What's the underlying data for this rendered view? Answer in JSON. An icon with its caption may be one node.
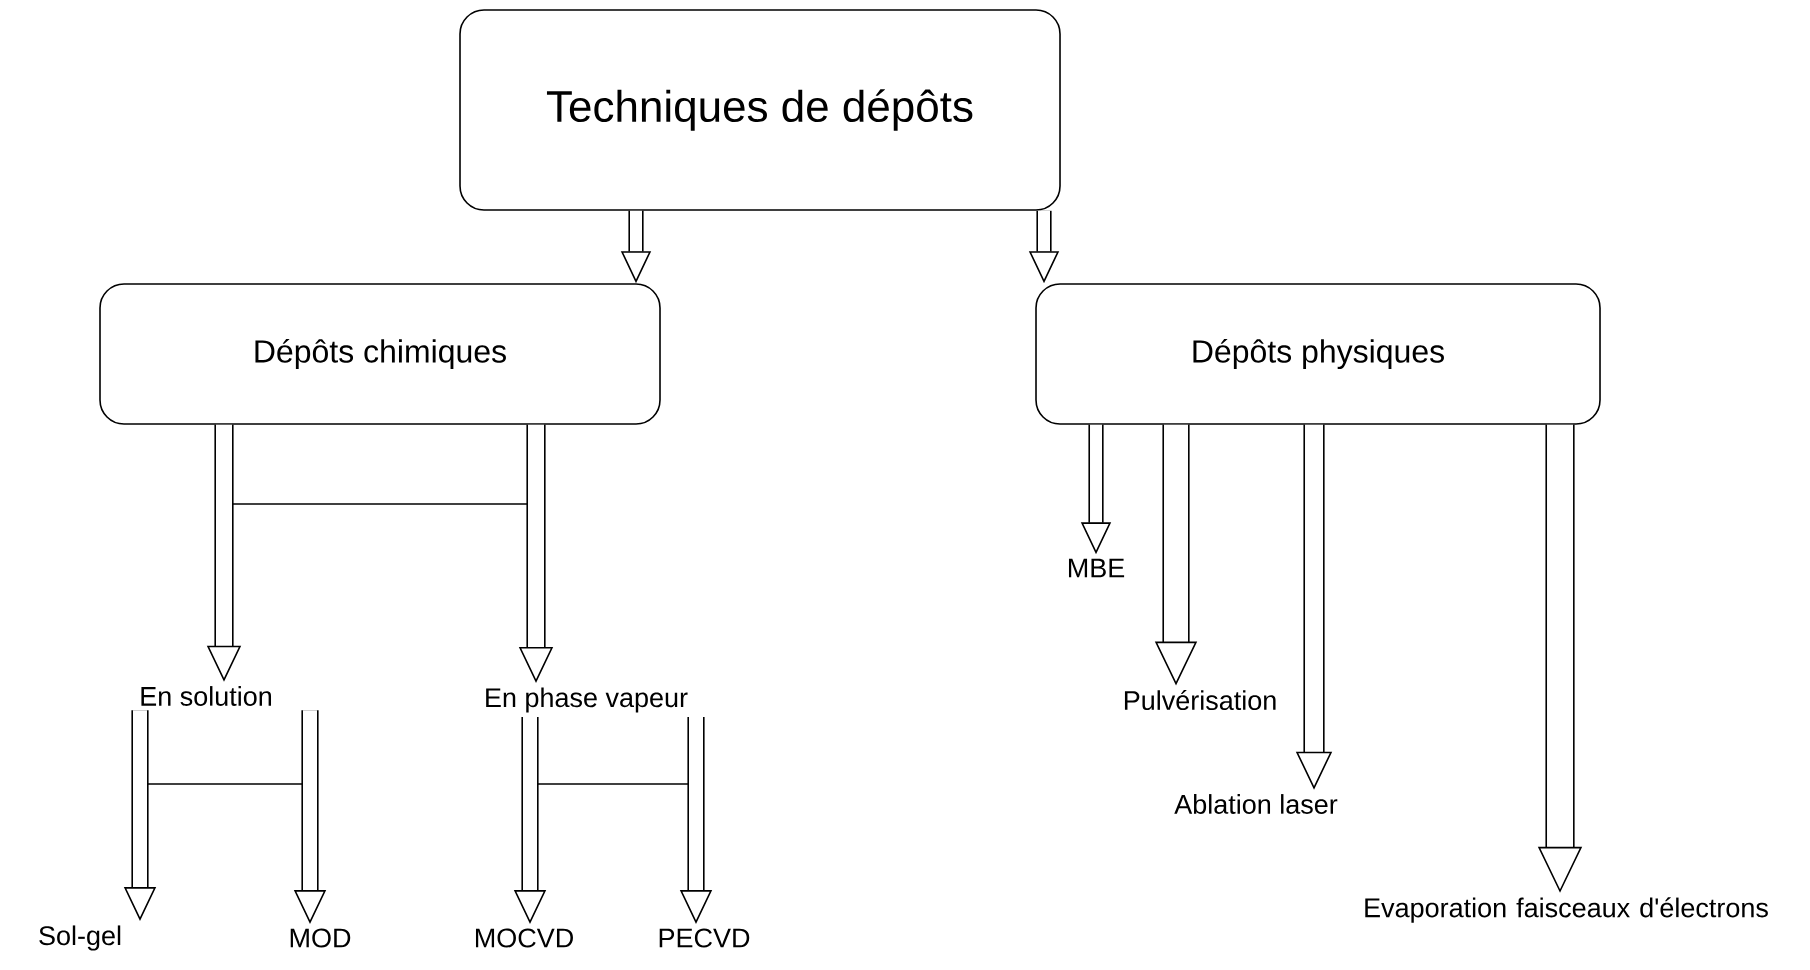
{
  "diagram": {
    "nodes": [
      {
        "text": [
          "Techniques de dépôts"
        ]
      },
      {
        "text": [
          "Dépôts chimiques"
        ]
      },
      {
        "text": [
          "Dépôts physiques"
        ]
      },
      {
        "text": [
          "En solution"
        ]
      },
      {
        "text": [
          "En phase vapeur"
        ]
      },
      {
        "text": [
          "MBE"
        ]
      },
      {
        "text": [
          "Pulvérisation"
        ]
      },
      {
        "text": [
          "Ablation laser"
        ]
      },
      {
        "text": [
          "Evaporation faisceaux d'électrons"
        ]
      },
      {
        "text": [
          "Sol-gel"
        ]
      },
      {
        "text": [
          "MOD"
        ]
      },
      {
        "text": [
          "MOCVD"
        ]
      },
      {
        "text": [
          "PECVD"
        ]
      }
    ],
    "edges": [
      {
        "from": 0,
        "to": 1,
        "arrow": "to"
      },
      {
        "from": 0,
        "to": 2,
        "arrow": "to"
      },
      {
        "from": 1,
        "to": 3,
        "arrow": "to"
      },
      {
        "from": 1,
        "to": 4,
        "arrow": "to"
      },
      {
        "from": 2,
        "to": 5,
        "arrow": "to"
      },
      {
        "from": 2,
        "to": 6,
        "arrow": "to"
      },
      {
        "from": 2,
        "to": 7,
        "arrow": "to"
      },
      {
        "from": 2,
        "to": 8,
        "arrow": "to"
      },
      {
        "from": 3,
        "to": 9,
        "arrow": "to"
      },
      {
        "from": 3,
        "to": 10,
        "arrow": "to"
      },
      {
        "from": 4,
        "to": 11,
        "arrow": "to"
      },
      {
        "from": 4,
        "to": 12,
        "arrow": "to"
      }
    ]
  }
}
